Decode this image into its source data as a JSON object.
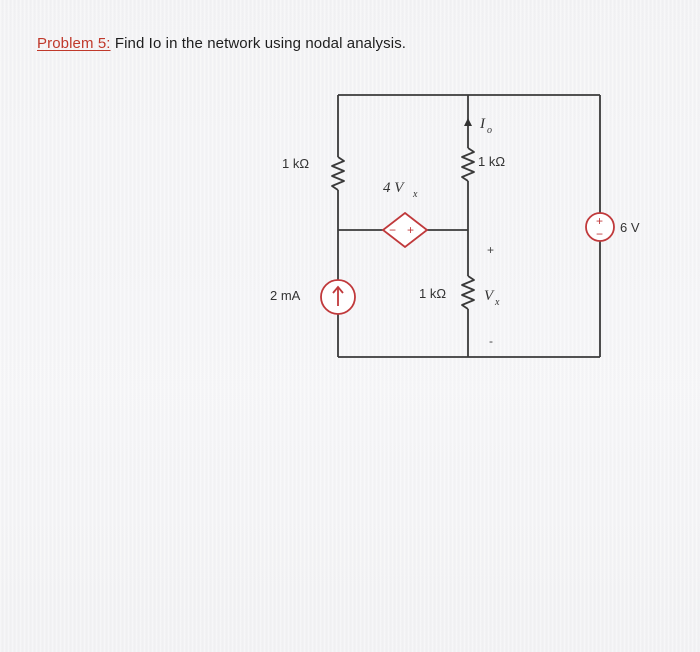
{
  "problem": {
    "label": "Problem 5:",
    "text": "Find Io in the network using nodal analysis."
  },
  "circuit": {
    "left_top_resistor": "1 kΩ",
    "right_top_resistor": "1 kΩ",
    "bottom_resistor": "1 kΩ",
    "current_source": "2 mA",
    "dependent_source": "4 V",
    "dependent_source_sub": "x",
    "voltage_source": "6 V",
    "current_label": "I",
    "current_label_sub": "o",
    "vx_label": "V",
    "vx_label_sub": "x",
    "vx_plus": "+",
    "vx_minus": "-",
    "dep_minus": "−",
    "dep_plus": "+",
    "vs_plus": "+",
    "vs_minus": "−"
  },
  "colors": {
    "accent": "#c0393b",
    "wire": "#3a3a3a"
  }
}
